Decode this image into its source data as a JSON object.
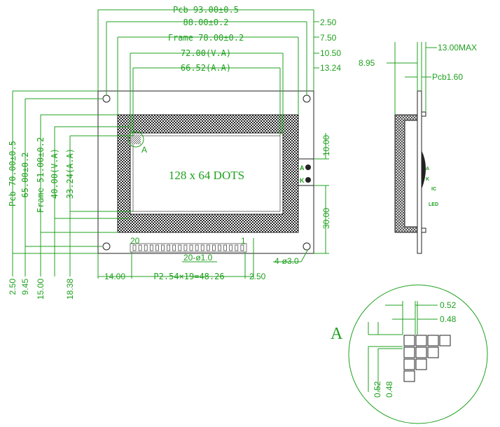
{
  "front": {
    "top_dims": {
      "pcb": "Pcb 93.00±0.5",
      "mount": "88.00±0.2",
      "frame": "Frame 78.00±0.2",
      "va": "72.00(V.A)",
      "aa": "66.52(A.A)"
    },
    "right_top_dims": [
      "2.50",
      "7.50",
      "10.50",
      "13.24"
    ],
    "left_dims": {
      "pcb": "Pcb 70.00±0.5",
      "mount": "65.00±0.2",
      "frame": "Frame 51.00±0.2",
      "va": "40.00(V.A)",
      "aa": "33.24(A.A)"
    },
    "bottom_left_dims": [
      "2.50",
      "9.45",
      "15.00",
      "18.38"
    ],
    "bottom_dims": {
      "left": "14.00",
      "pitch": "P2.54×19=48.26",
      "right": "2.50",
      "pins": "20-ø1.0",
      "holes": "4-ø3.0"
    },
    "right_side_dims": [
      "10.00",
      "30.00"
    ],
    "screen_label": "128 x 64 DOTS",
    "detail_marker": "A",
    "pin_first": "20",
    "pin_last": "1",
    "backlight_pins": [
      "A",
      "K"
    ]
  },
  "side": {
    "total": "13.00MAX",
    "depth": "8.95",
    "pcb": "Pcb1.60",
    "labels": [
      "A",
      "K",
      "IC",
      "LED"
    ]
  },
  "detail": {
    "label": "A",
    "dims_h": [
      "0.52",
      "0.48"
    ],
    "dims_v": [
      "0.52",
      "0.48"
    ]
  },
  "colors": {
    "dimension": "#1fa01f",
    "outline": "#222222"
  }
}
